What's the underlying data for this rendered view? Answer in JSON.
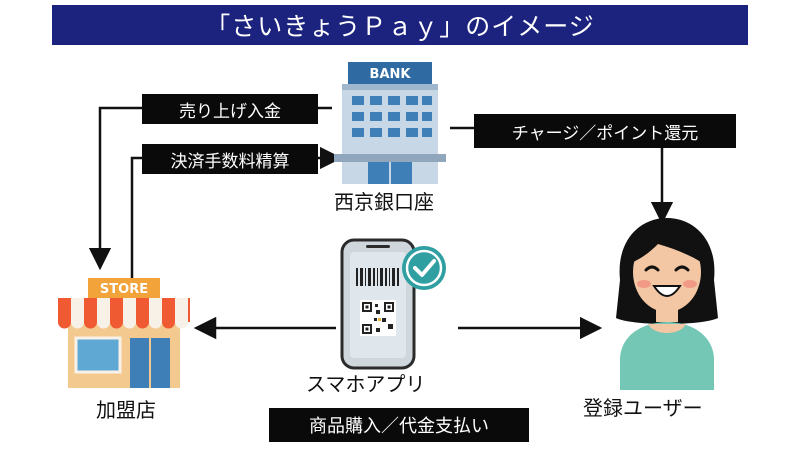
{
  "title": "「さいきょうＰａｙ」のイメージ",
  "nodes": {
    "bank": {
      "caption": "西京銀口座",
      "sign": "BANK"
    },
    "app": {
      "caption": "スマホアプリ"
    },
    "store": {
      "caption": "加盟店",
      "sign": "STORE"
    },
    "user": {
      "caption": "登録ユーザー"
    }
  },
  "edges": {
    "deposit": {
      "label": "売り上げ入金"
    },
    "fee": {
      "label": "決済手数料精算"
    },
    "charge": {
      "label": "チャージ／ポイント還元"
    },
    "purchase": {
      "label": "商品購入／代金支払い"
    }
  },
  "colors": {
    "banner": "#1c237e",
    "label_bg": "#0a0a0a",
    "line": "#111111",
    "bank_blue": "#3f7fb7",
    "awning_red": "#ef5a32",
    "store_sign": "#f2a43b",
    "check_teal": "#2f9fa2",
    "user_shirt": "#74c7b5"
  },
  "icons": [
    "bank-building-icon",
    "smartphone-qr-icon",
    "checkmark-badge-icon",
    "store-icon",
    "user-person-icon"
  ]
}
